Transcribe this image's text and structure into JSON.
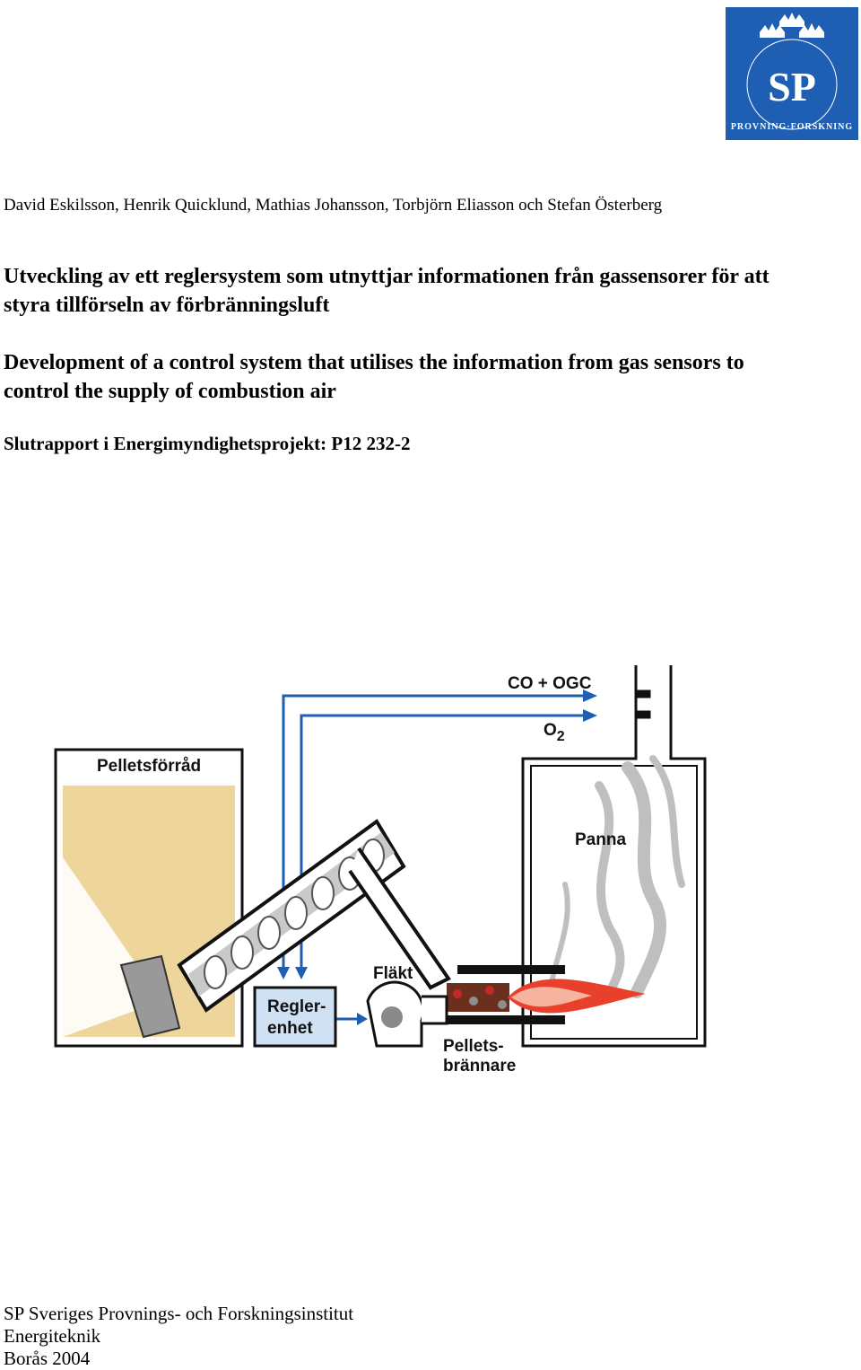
{
  "logo": {
    "monogram": "SP",
    "ring_text": "PROVNING·FORSKNING",
    "color": "#1f5fb3"
  },
  "authors": "David Eskilsson, Henrik Quicklund, Mathias Johansson, Torbjörn Eliasson och Stefan Österberg",
  "title_sv": "Utveckling av ett reglersystem som utnyttjar informationen från gassensorer för att styra tillförseln av förbränningsluft",
  "title_en": "Development of a control system that utilises the information from gas sensors to control the supply of combustion air",
  "report_id": "Slutrapport i Energimyndighetsprojekt: P12 232-2",
  "diagram": {
    "label_co_ogc": "CO + OGC",
    "label_o2": "O",
    "label_o2_sub": "2",
    "label_storage": "Pelletsförråd",
    "label_boiler": "Panna",
    "label_fan": "Fläkt",
    "label_control_1": "Regler-",
    "label_control_2": "enhet",
    "label_burner_1": "Pellets-",
    "label_burner_2": "brännare",
    "colors": {
      "sensor_line": "#1f5fb3",
      "pellet": "#e0b24a",
      "flame": "#e8402a",
      "control_unit": "#cfe1f3"
    }
  },
  "footer": {
    "line1": "SP Sveriges Provnings- och Forskningsinstitut",
    "line2": "Energiteknik",
    "line3": "Borås 2004"
  }
}
